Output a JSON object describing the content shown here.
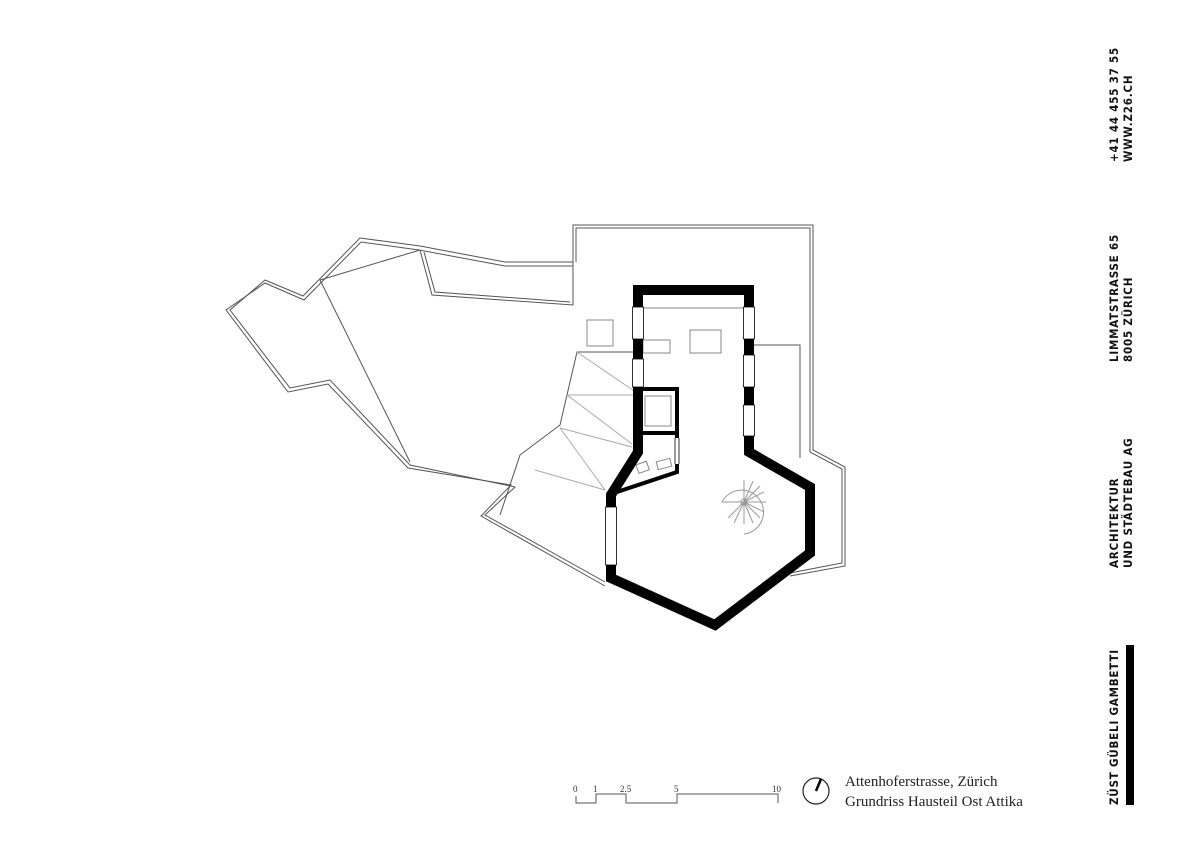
{
  "sidebar": {
    "contact": {
      "phone": "+41 44 455 37 55",
      "web": "WWW.Z26.CH"
    },
    "address": {
      "street": "LIMMATSTRASSE 65",
      "city": "8005 ZÜRICH"
    },
    "firm_type": {
      "line1": "ARCHITEKTUR",
      "line2": "UND STÄDTEBAU AG"
    },
    "firm_name": "ZÜST GÜBELI GAMBETTI"
  },
  "caption": {
    "line1": "Attenhoferstrasse, Zürich",
    "line2": "Grundriss Hausteil Ost Attika"
  },
  "scale_bar": {
    "labels": [
      "0",
      "1",
      "2.5",
      "5",
      "10"
    ]
  },
  "icons": {
    "north": "north-arrow-icon"
  }
}
